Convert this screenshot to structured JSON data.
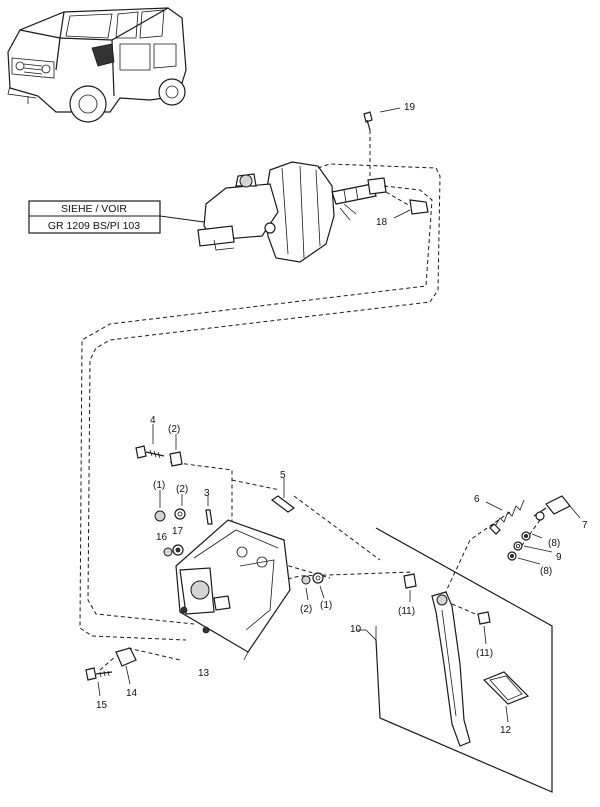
{
  "reference_box": {
    "title": "SIEHE / VOIR",
    "reference": "GR   1209 BS/PI  103"
  },
  "callouts": {
    "c19": "19",
    "c18": "18",
    "c4": "4",
    "c2a": "(2)",
    "c5": "5",
    "c1a": "(1)",
    "c2b": "(2)",
    "c3": "3",
    "c16": "16",
    "c17": "17",
    "c2c": "(2)",
    "c1b": "(1)",
    "c13": "13",
    "c14": "14",
    "c15": "15",
    "c6": "6",
    "c7": "7",
    "c8a": "(8)",
    "c9": "9",
    "c8b": "(8)",
    "c10": "10",
    "c11a": "(11)",
    "c11b": "(11)",
    "c12": "12"
  }
}
